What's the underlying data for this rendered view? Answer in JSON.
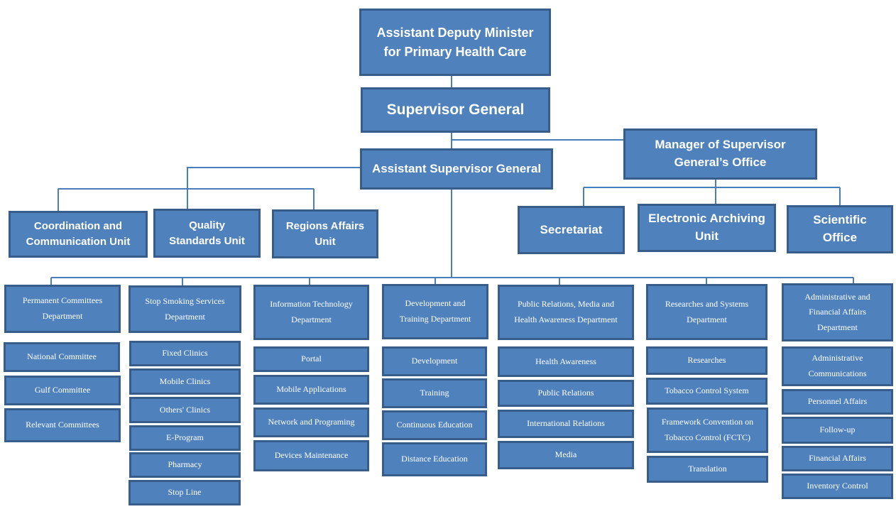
{
  "colors": {
    "box_fill": "#4f81bd",
    "box_border": "#385d8a",
    "text": "#ffffff",
    "connector": "#4a7ebb"
  },
  "top": {
    "assistant_deputy_minister": "Assistant  Deputy Minister\nfor Primary Health Care",
    "supervisor_general": "Supervisor General",
    "assistant_supervisor_general": "Assistant Supervisor General",
    "manager_office": "Manager of Supervisor\nGeneral’s Office"
  },
  "asg_units": {
    "coordination": "Coordination and\nCommunication Unit",
    "quality": "Quality\nStandards Unit",
    "regions": "Regions Affairs\nUnit"
  },
  "office_units": {
    "secretariat": "Secretariat",
    "archiving": "Electronic Archiving\nUnit",
    "scientific": "Scientific\nOffice"
  },
  "departments": [
    {
      "name": "Permanent Committees\nDepartment",
      "items": [
        "National Committee",
        "Gulf Committee",
        "Relevant  Committees"
      ]
    },
    {
      "name": "Stop Smoking Services\nDepartment",
      "items": [
        "Fixed Clinics",
        "Mobile Clinics",
        "Others' Clinics",
        "E-Program",
        "Pharmacy",
        "Stop Line"
      ]
    },
    {
      "name": "Information Technology\nDepartment",
      "items": [
        "Portal",
        "Mobile Applications",
        "Network and Programing",
        "Devices Maintenance"
      ]
    },
    {
      "name": "Development and\nTraining Department",
      "items": [
        "Development",
        "Training",
        "Continuous  Education",
        "Distance Education"
      ]
    },
    {
      "name": "Public Relations, Media and\nHealth Awareness  Department",
      "items": [
        "Health Awareness",
        "Public Relations",
        "International  Relations",
        "Media"
      ]
    },
    {
      "name": "Researches and Systems\nDepartment",
      "items": [
        "Researches",
        "Tobacco Control System",
        "Framework Convention  on\nTobacco Control (FCTC)",
        "Translation"
      ]
    },
    {
      "name": "Administrative  and\nFinancial Affairs\nDepartment",
      "items": [
        "Administrative\nCommunications",
        "Personnel Affairs",
        "Follow-up",
        "Financial Affairs",
        "Inventory  Control"
      ]
    }
  ]
}
